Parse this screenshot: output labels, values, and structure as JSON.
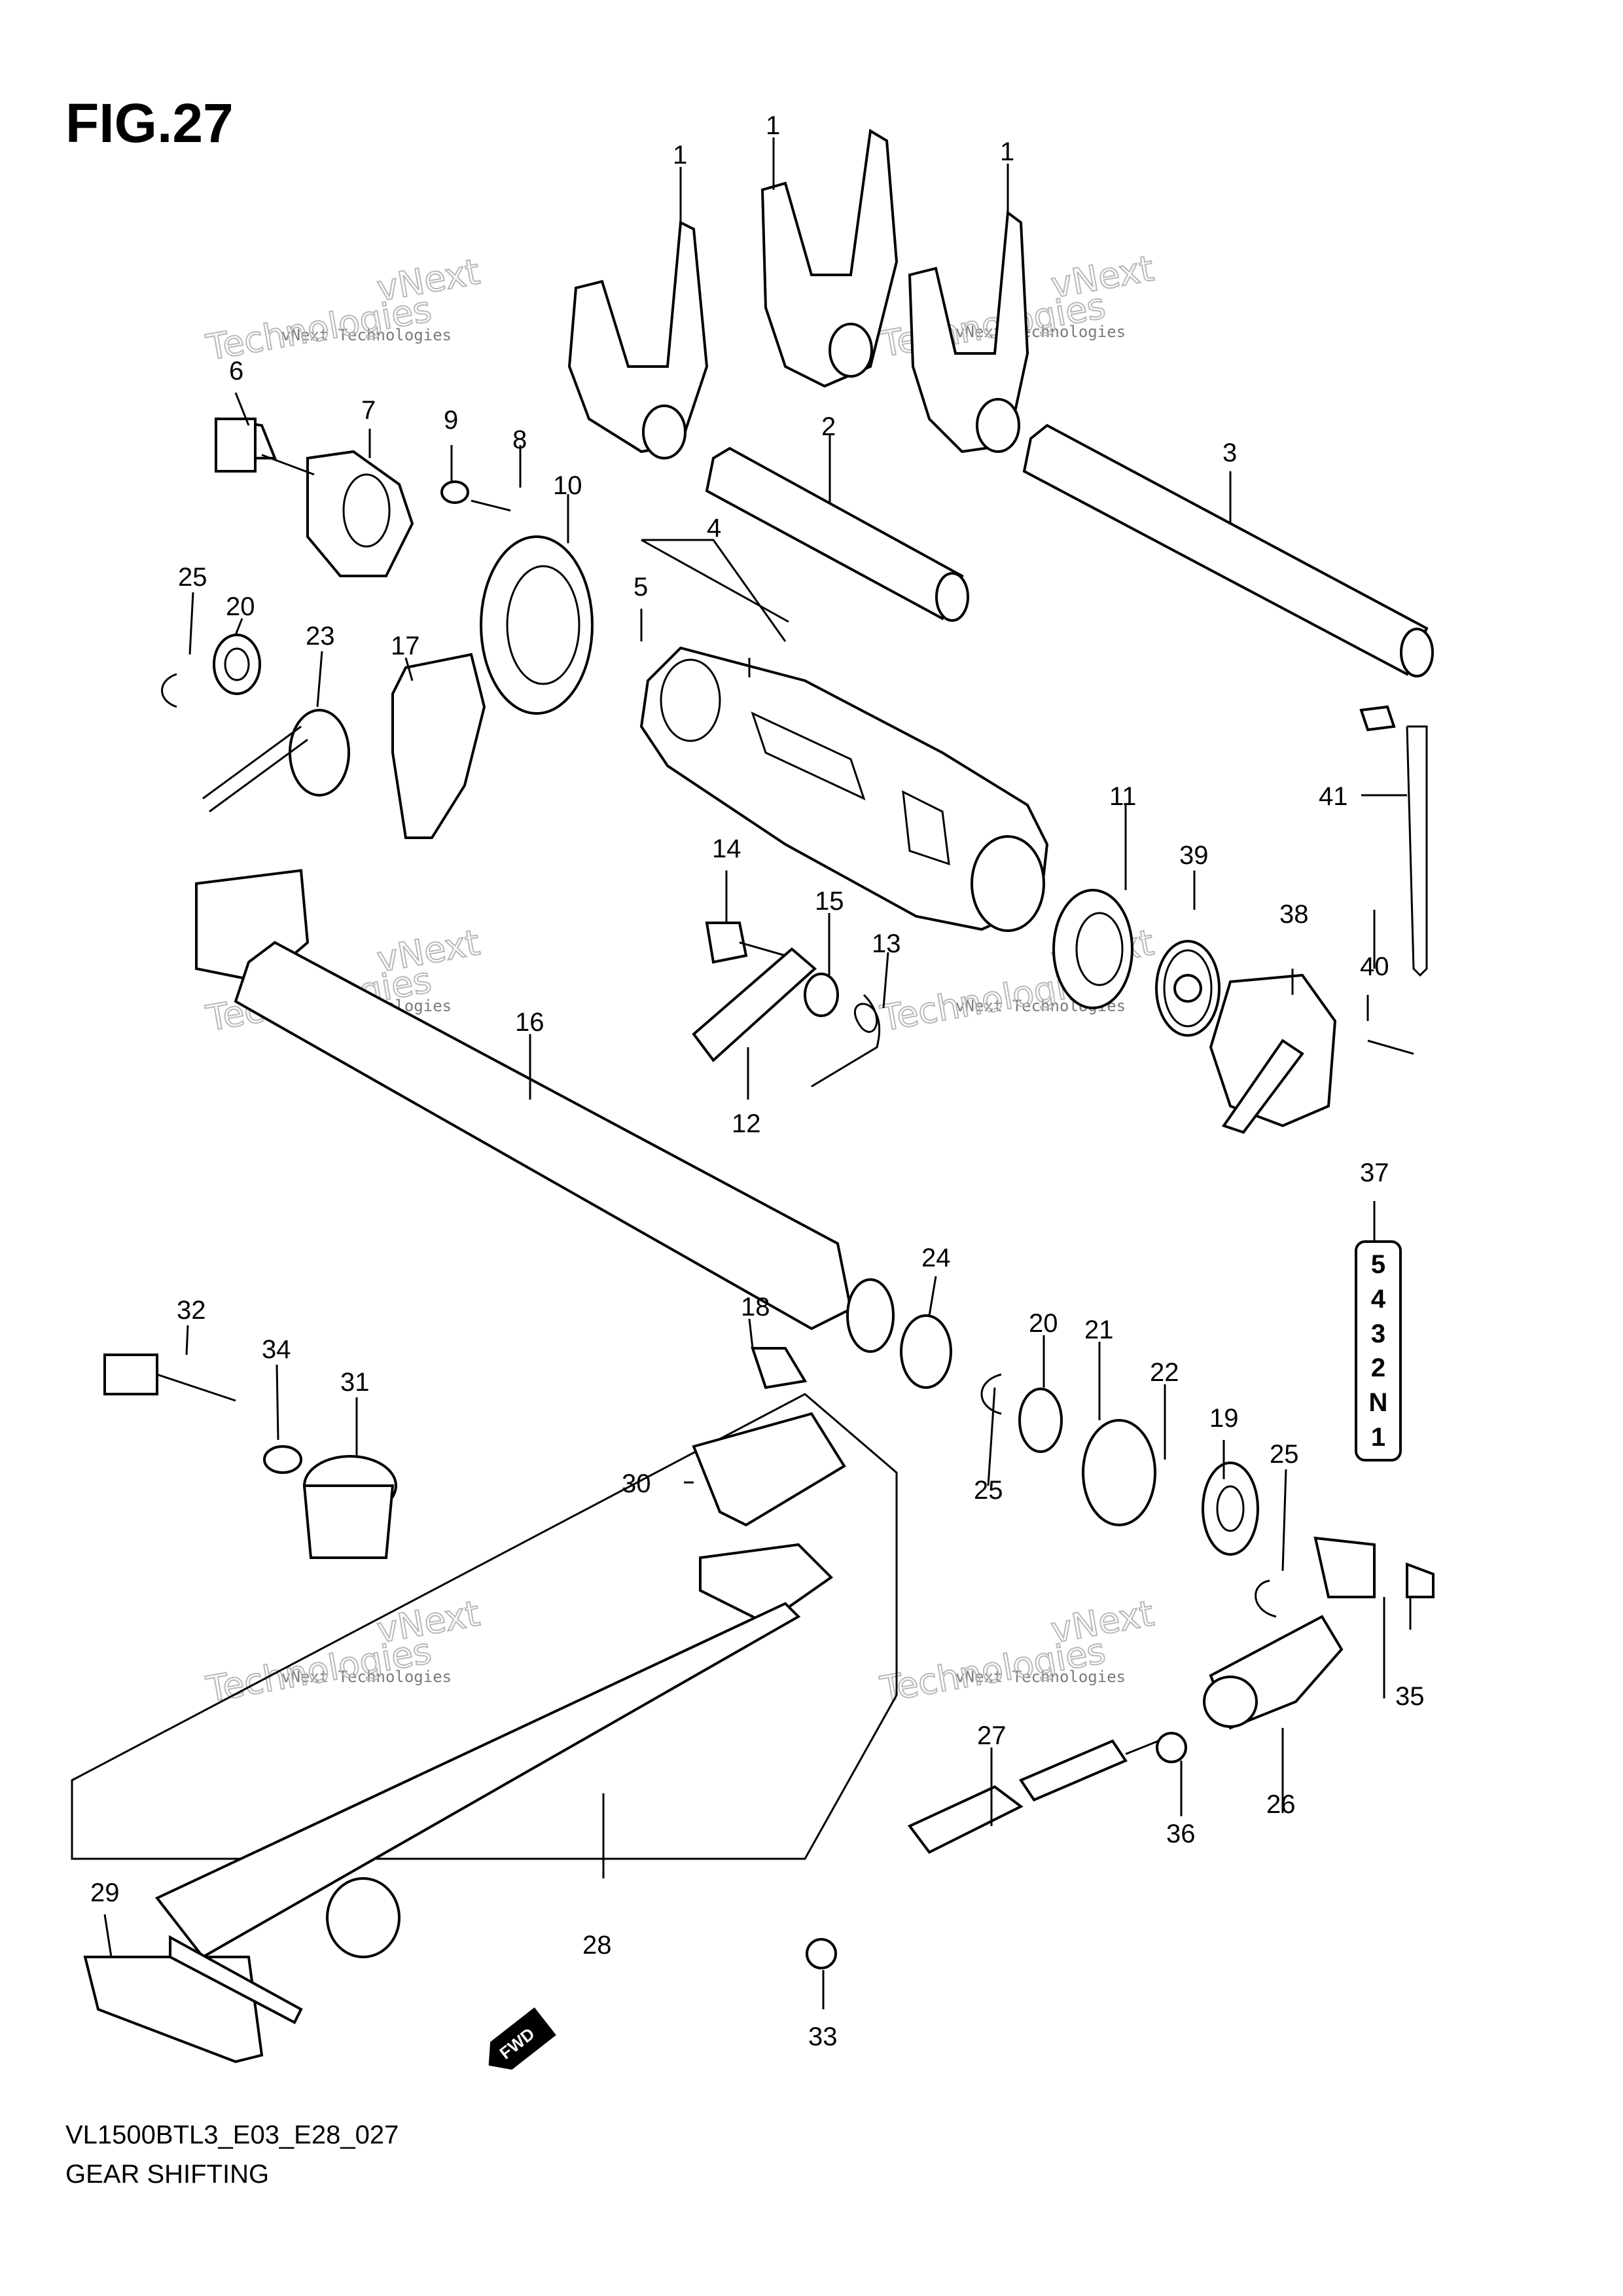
{
  "figure_title": "FIG.27",
  "footer": {
    "model_code": "VL1500BTL3_E03_E28_027",
    "section_title": "GEAR SHIFTING"
  },
  "fwd_label": "FWD",
  "gear_indicator": [
    "5",
    "4",
    "3",
    "2",
    "N",
    "1"
  ],
  "watermark": {
    "company_small": "vNext Technologies",
    "word_a": "vNext",
    "word_b": "Technologies"
  },
  "callouts": [
    "1",
    "1",
    "1",
    "2",
    "3",
    "4",
    "5",
    "6",
    "7",
    "8",
    "9",
    "10",
    "11",
    "12",
    "13",
    "14",
    "15",
    "16",
    "17",
    "19",
    "18",
    "20",
    "20",
    "21",
    "22",
    "23",
    "24",
    "25",
    "25",
    "25",
    "26",
    "27",
    "28",
    "29",
    "30",
    "31",
    "32",
    "33",
    "34",
    "35",
    "36",
    "37",
    "38",
    "39",
    "40",
    "41"
  ]
}
